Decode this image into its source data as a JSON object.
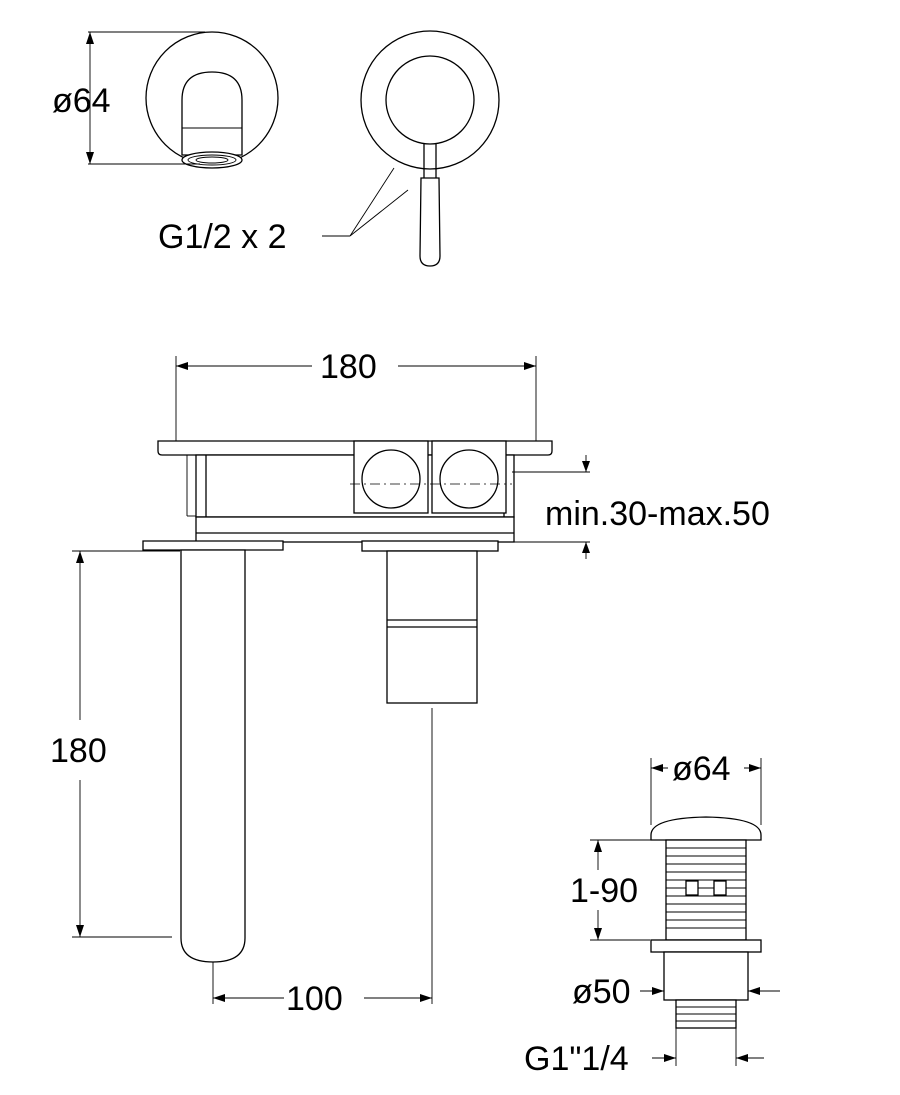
{
  "dimensions": {
    "top_diameter": "ø64",
    "connection_thread": "G1/2 x 2",
    "plate_width": "180",
    "wall_depth": "min.30-max.50",
    "spout_length": "180",
    "spout_offset": "100",
    "waste_diameter": "ø64",
    "waste_range": "1-90",
    "waste_body_diameter": "ø50",
    "waste_thread": "G1\"1/4"
  },
  "colors": {
    "line": "#000000",
    "background": "#ffffff"
  }
}
